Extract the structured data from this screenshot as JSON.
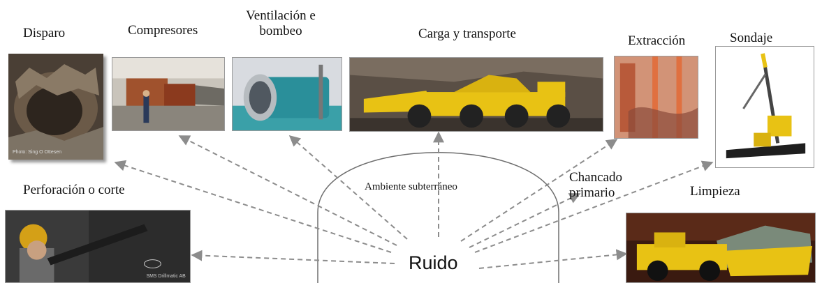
{
  "center": {
    "label": "Ruido",
    "environment_label": "Ambiente subterráneo"
  },
  "sources": {
    "disparo": "Disparo",
    "compresores": "Compresores",
    "ventilacion_line1": "Ventilación e",
    "ventilacion_line2": "bombeo",
    "carga": "Carga y transporte",
    "extraccion": "Extracción",
    "sondaje": "Sondaje",
    "perforacion": "Perforación o corte",
    "chancado_line1": "Chancado",
    "chancado_line2": "primario",
    "limpieza": "Limpieza"
  },
  "photo_captions": {
    "disparo": "Photo: Sing O Ottesen",
    "perforacion": "SMS Drillmatic AB"
  },
  "colors": {
    "arrow": "#8c8c8c",
    "tunnel": "#6e6e6e",
    "machine_yellow": "#e8c214"
  }
}
